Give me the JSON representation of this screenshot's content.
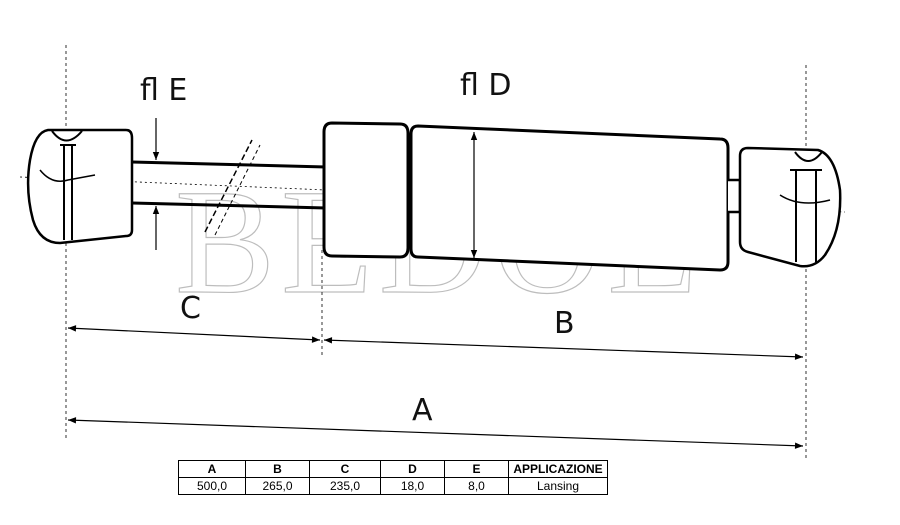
{
  "drawing": {
    "watermark": "BEDOL",
    "labels": {
      "dia_e": "fl E",
      "dia_d": "fl D",
      "c": "C",
      "b": "B",
      "a": "A"
    }
  },
  "table": {
    "headers": [
      "A",
      "B",
      "C",
      "D",
      "E",
      "APPLICAZIONE"
    ],
    "row": [
      "500,0",
      "265,0",
      "235,0",
      "18,0",
      "8,0",
      "Lansing"
    ]
  }
}
